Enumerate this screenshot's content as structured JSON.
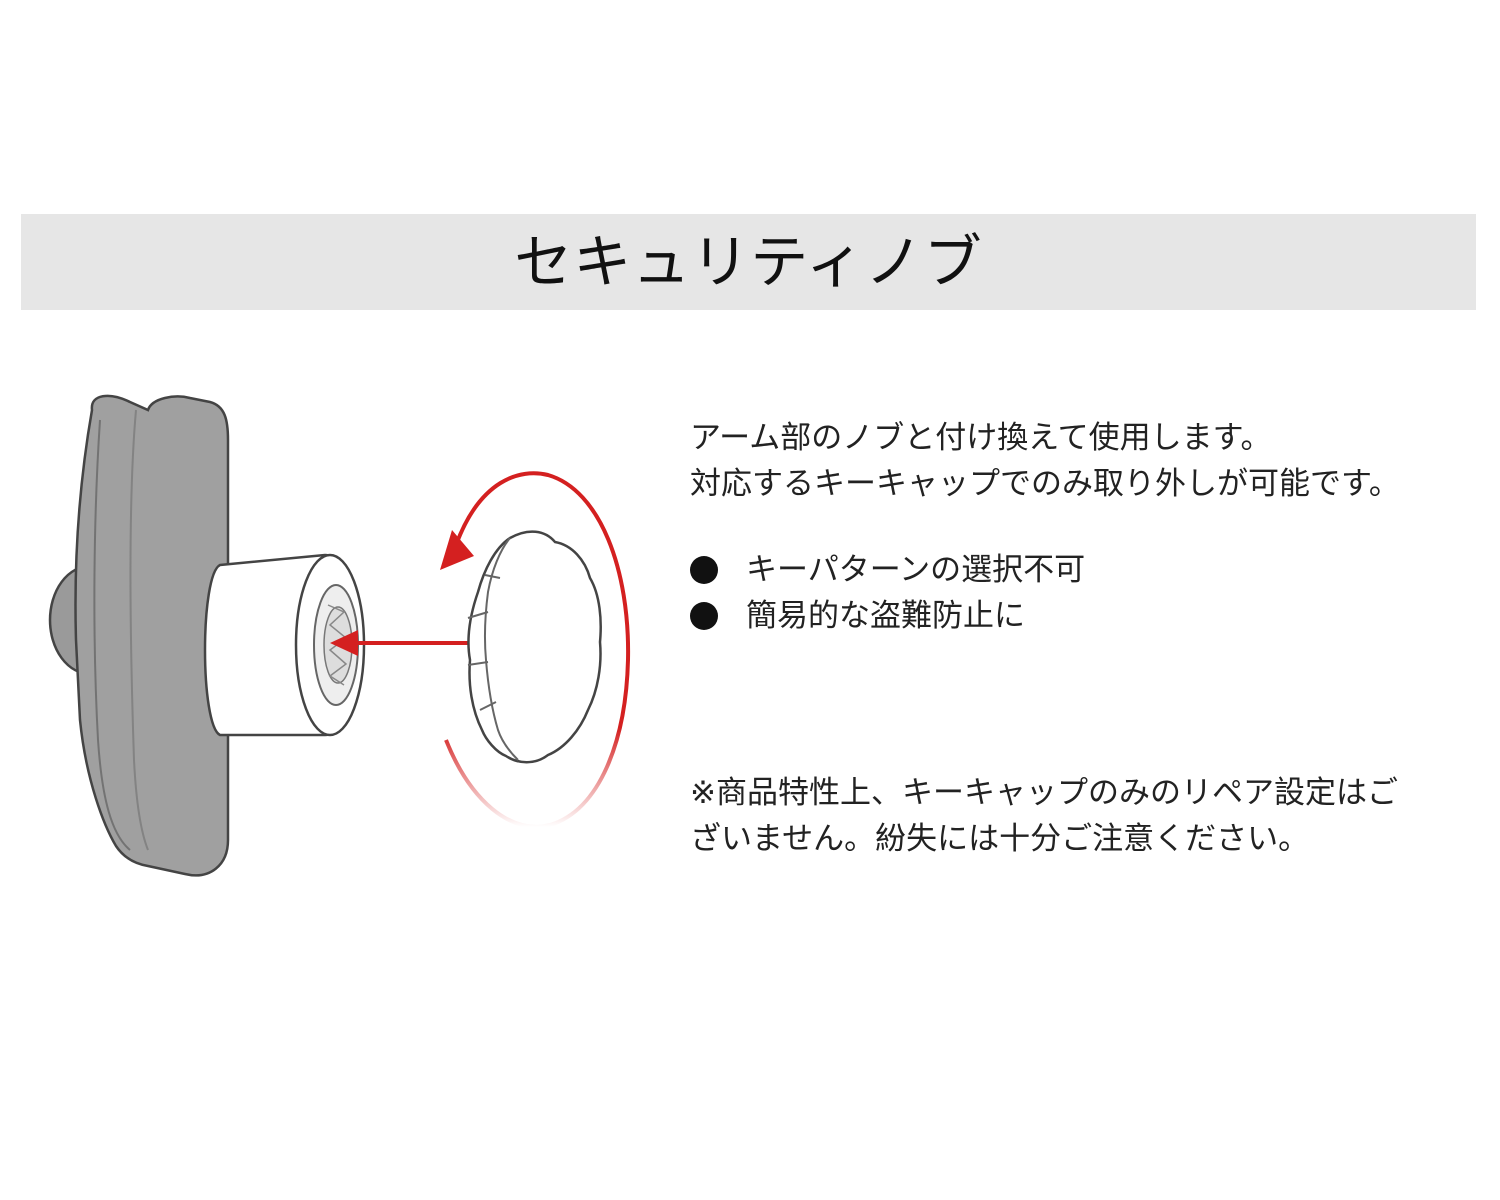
{
  "header": {
    "title": "セキュリティノブ"
  },
  "description": {
    "lines": [
      "アーム部のノブと付け換えて使用します。",
      "対応するキーキャップでのみ取り外しが可能です。"
    ]
  },
  "features": [
    "キーパターンの選択不可",
    "簡易的な盗難防止に"
  ],
  "note": {
    "lines": [
      "※商品特性上、キーキャップのみのリペア設定はご",
      "ざいません。紛失には十分ご注意ください。"
    ]
  },
  "colors": {
    "title_band": "#e6e6e6",
    "arrow_red": "#d42020",
    "arm_gray": "#9a9a9a"
  }
}
